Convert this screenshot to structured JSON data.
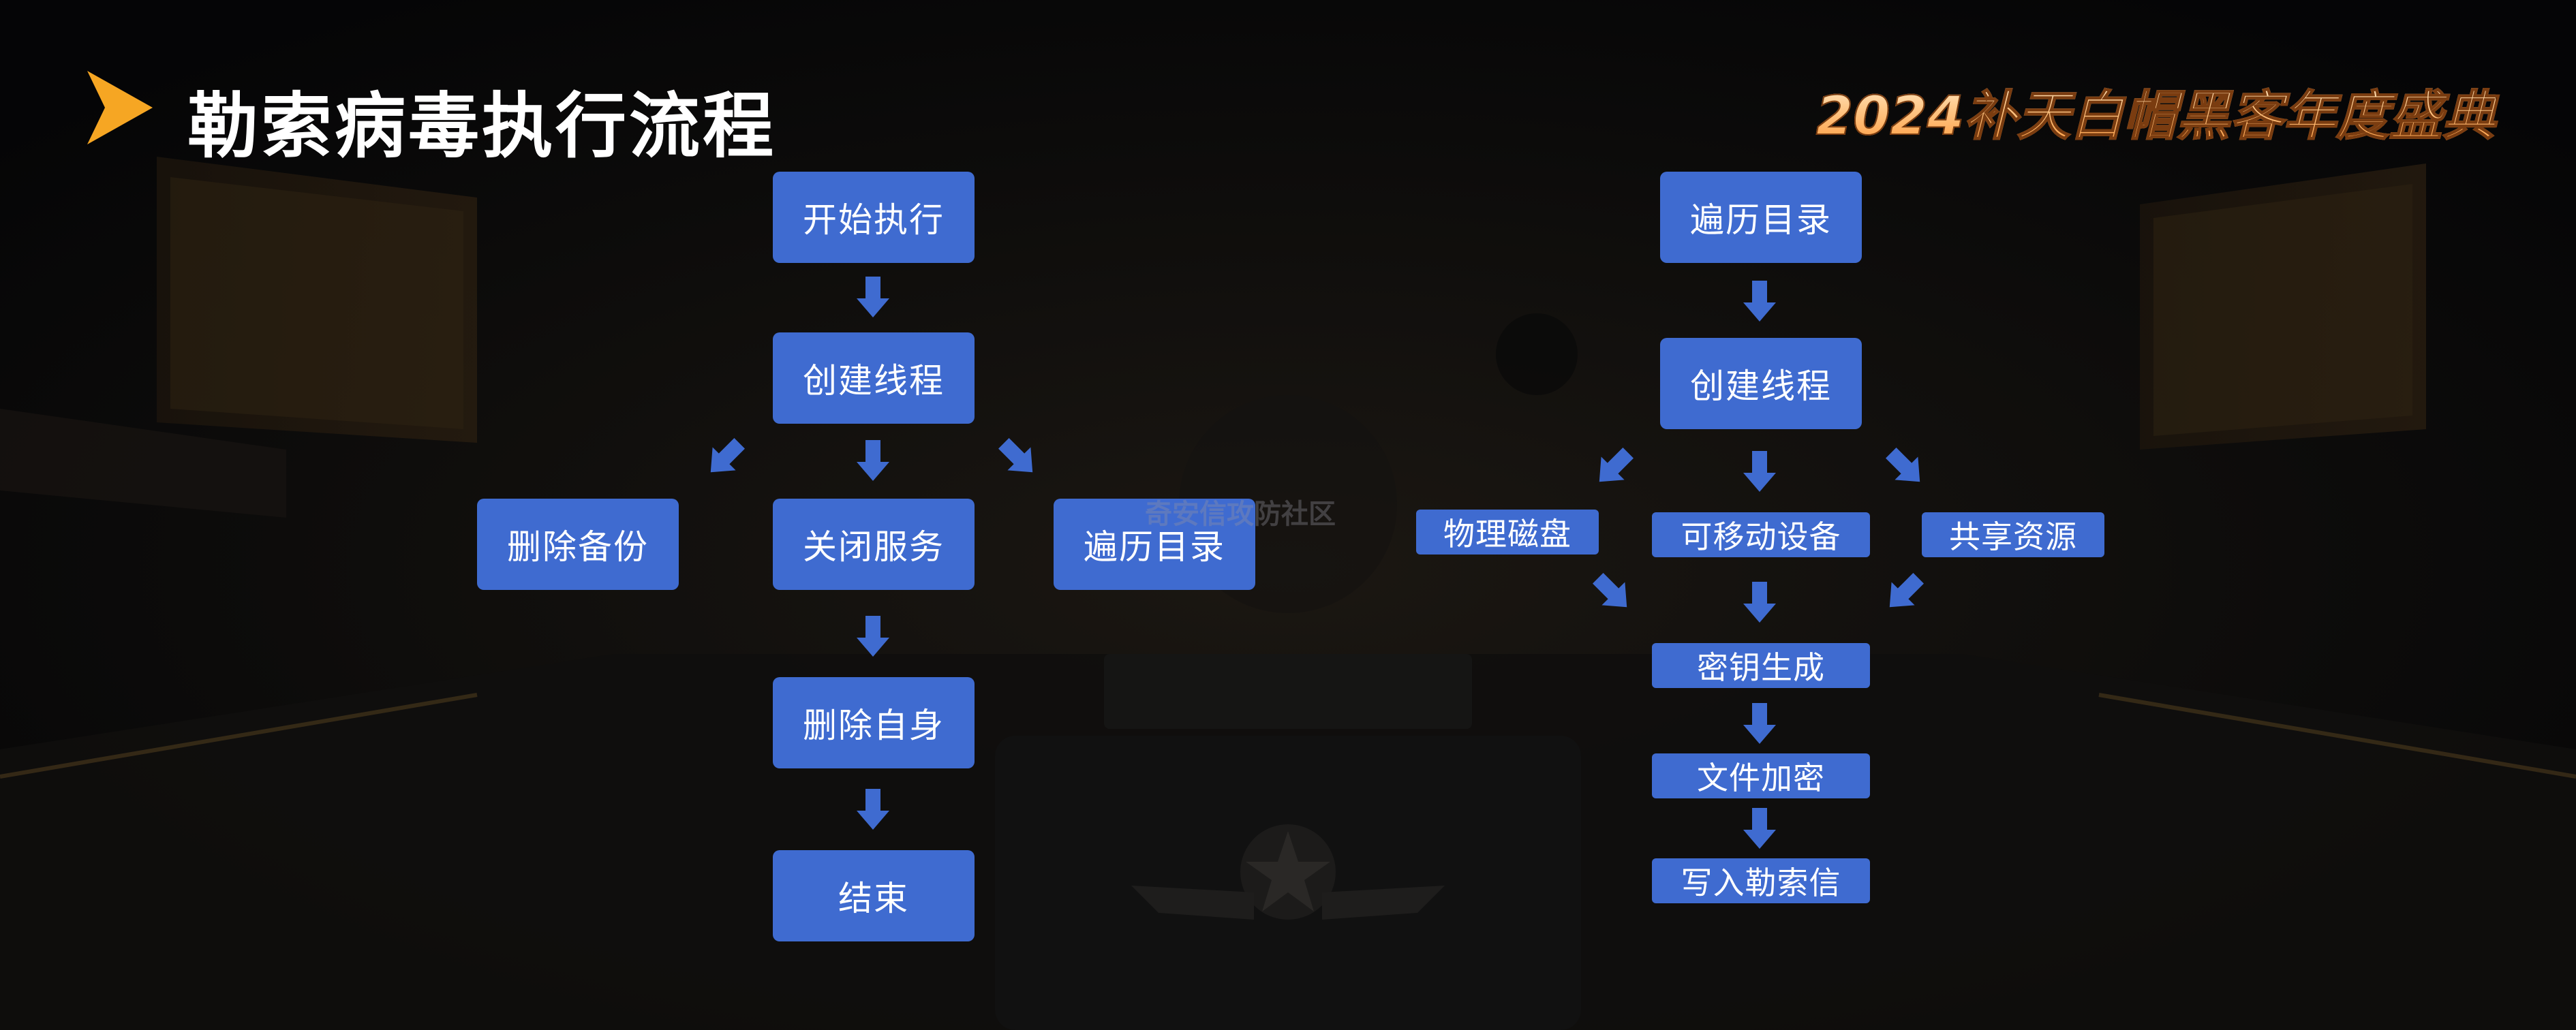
{
  "title": "勒索病毒执行流程",
  "brand": "2024补天白帽黑客年度盛典",
  "watermark": "奇安信攻防社区",
  "colors": {
    "node_fill": "#3f6bd0",
    "arrow": "#3f6bd0",
    "accent": "#f6a623",
    "background": "#07070a"
  },
  "left_flow": {
    "start": "开始执行",
    "create_thread": "创建线程",
    "delete_backup": "删除备份",
    "close_service": "关闭服务",
    "traverse_dir": "遍历目录",
    "delete_self": "删除自身",
    "end": "结束"
  },
  "right_flow": {
    "traverse_dir": "遍历目录",
    "create_thread": "创建线程",
    "physical_disk": "物理磁盘",
    "removable_device": "可移动设备",
    "shared_resource": "共享资源",
    "key_generation": "密钥生成",
    "file_encryption": "文件加密",
    "write_ransom_note": "写入勒索信"
  }
}
